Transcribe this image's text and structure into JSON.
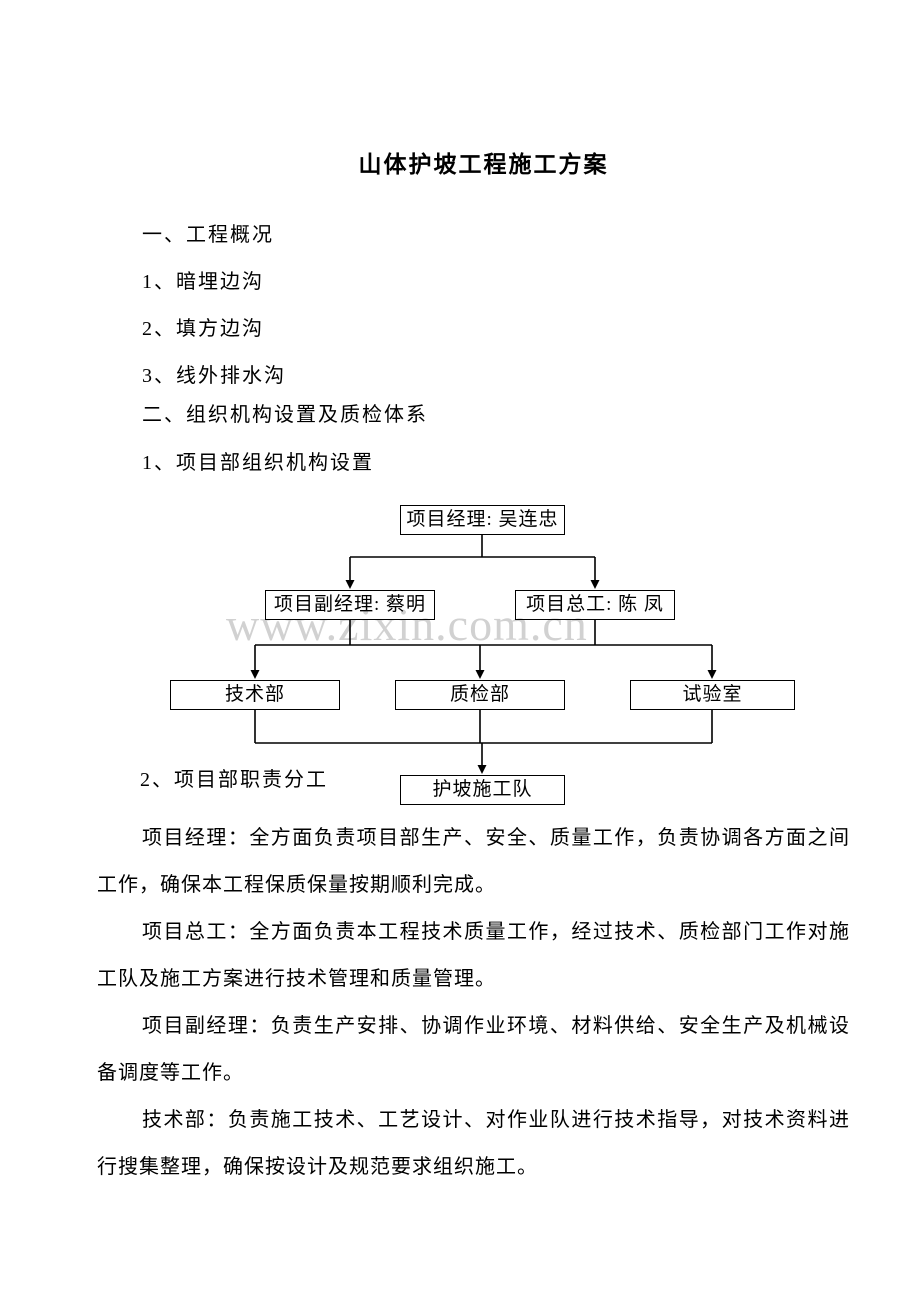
{
  "document": {
    "title": "山体护坡工程施工方案",
    "watermark": "www.zixin.com.cn"
  },
  "outline": {
    "section_1": "一、工程概况",
    "item_1": "1、暗埋边沟",
    "item_2": "2、填方边沟",
    "item_3": "3、线外排水沟",
    "section_2": "二、组织机构设置及质检体系",
    "subsection_2_1": "1、项目部组织机构设置",
    "subsection_2_2": "2、项目部职责分工"
  },
  "org_chart": {
    "project_manager": "项目经理: 吴连忠",
    "deputy_manager": "项目副经理: 蔡明",
    "chief_engineer": "项目总工: 陈 凤",
    "tech_dept": "技术部",
    "qc_dept": "质检部",
    "lab": "试验室",
    "construction_team": "护坡施工队"
  },
  "paragraphs": {
    "project_manager": "项目经理：全方面负责项目部生产、安全、质量工作，负责协调各方面之间工作，确保本工程保质保量按期顺利完成。",
    "chief_engineer": "项目总工：全方面负责本工程技术质量工作，经过技术、质检部门工作对施工队及施工方案进行技术管理和质量管理。",
    "deputy_manager": "项目副经理：负责生产安排、协调作业环境、材料供给、安全生产及机械设备调度等工作。",
    "tech_dept": "技术部：负责施工技术、工艺设计、对作业队进行技术指导，对技术资料进行搜集整理，确保按设计及规范要求组织施工。"
  }
}
